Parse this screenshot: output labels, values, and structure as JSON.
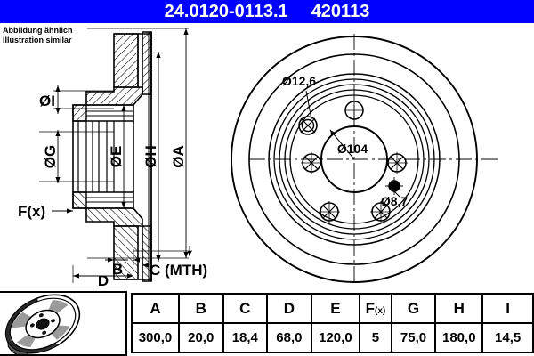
{
  "header": {
    "part_number": "24.0120-0113.1",
    "reference_number": "420113"
  },
  "notes": {
    "line_de": "Abbildung ähnlich",
    "line_en": "Illustration similar"
  },
  "section_view": {
    "labels": {
      "dia_i": "ØI",
      "dia_g": "ØG",
      "dia_e": "ØE",
      "dia_h": "ØH",
      "dia_a": "ØA",
      "fx": "F(x)",
      "b": "B",
      "c": "C (MTH)",
      "d": "D"
    }
  },
  "face_view": {
    "labels": {
      "bolt_hole_dia": "Ø12,6",
      "center_bore_dia": "Ø104",
      "small_hole_dia": "Ø8,7"
    }
  },
  "spec_table": {
    "headers": [
      "A",
      "B",
      "C",
      "D",
      "E",
      "F(x)",
      "G",
      "H",
      "I"
    ],
    "f_header_main": "F",
    "f_header_sub": "(x)",
    "values": [
      "300,0",
      "20,0",
      "18,4",
      "68,0",
      "120,0",
      "5",
      "75,0",
      "180,0",
      "14,5"
    ]
  },
  "colors": {
    "header_blue": "#0000ff",
    "line_black": "#000000",
    "photo_gray": "#9a9a9a",
    "paper_white": "#ffffff"
  },
  "icons": {
    "product_photo": "brake-disc-photo"
  }
}
